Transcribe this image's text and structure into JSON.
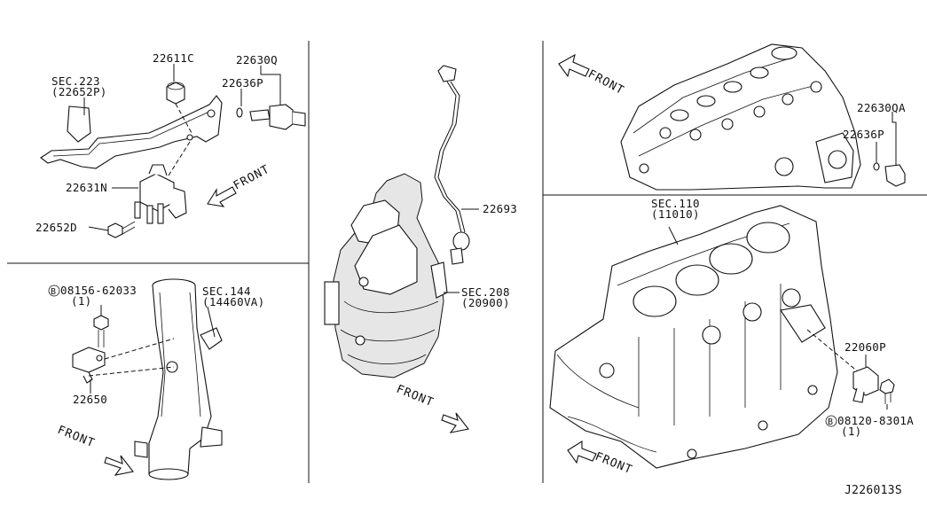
{
  "diagram_id": "J226013S",
  "panels": {
    "top_left": {
      "labels": {
        "sec223": "SEC.223",
        "sec223_ref": "(22652P)",
        "p22611c": "22611C",
        "p22630q": "22630Q",
        "p22636p": "22636P",
        "p22631n": "22631N",
        "p22652d": "22652D",
        "front": "FRONT"
      }
    },
    "bottom_left": {
      "labels": {
        "bolt_circle": "B",
        "bolt": "08156-62033",
        "bolt_qty": "(1)",
        "sec144": "SEC.144",
        "sec144_ref": "(14460VA)",
        "p22650": "22650",
        "front": "FRONT"
      }
    },
    "middle": {
      "labels": {
        "p22693": "22693",
        "sec208": "SEC.208",
        "sec208_ref": "(20900)",
        "front": "FRONT"
      }
    },
    "top_right": {
      "labels": {
        "front": "FRONT",
        "p22630qa": "22630QA",
        "p22636p": "22636P"
      }
    },
    "bottom_right": {
      "labels": {
        "sec110": "SEC.110",
        "sec110_ref": "(11010)",
        "p22060p": "22060P",
        "bolt_circle": "B",
        "bolt": "08120-8301A",
        "bolt_qty": "(1)",
        "front": "FRONT"
      }
    }
  }
}
